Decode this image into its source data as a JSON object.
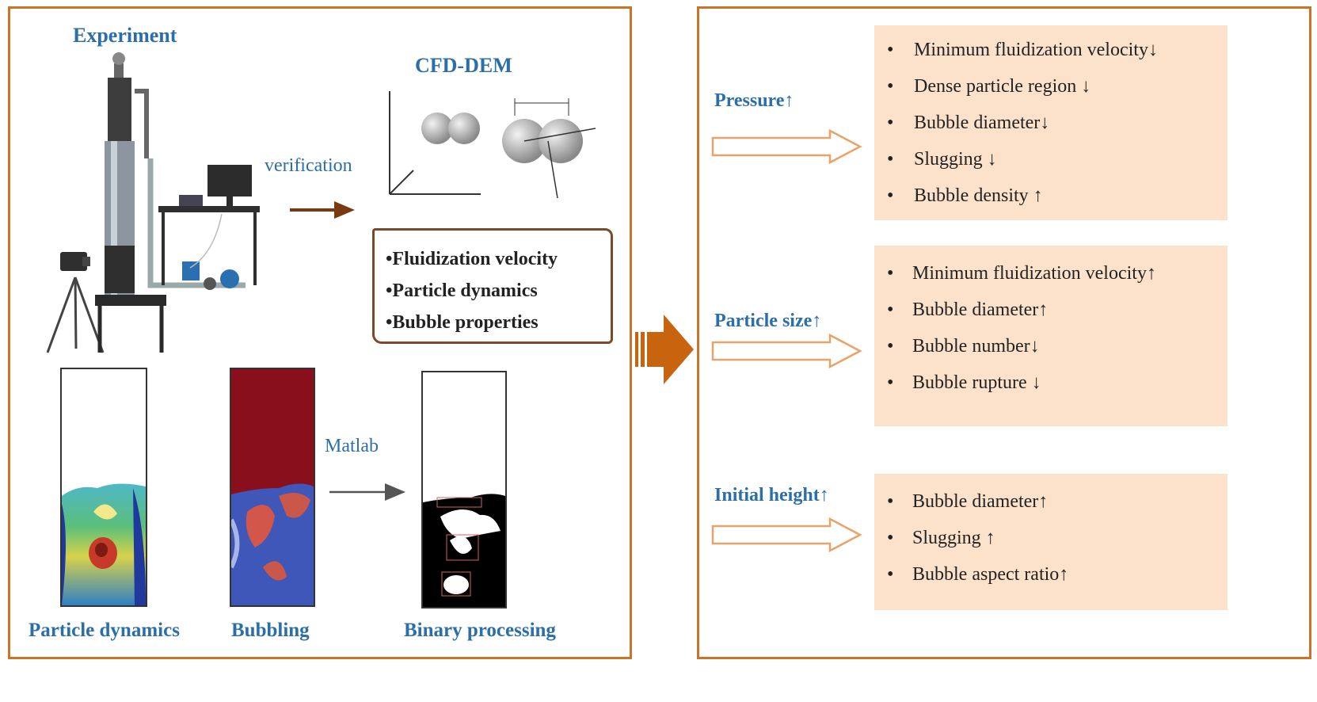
{
  "left_panel": {
    "experiment_title": "Experiment",
    "cfd_title": "CFD-DEM",
    "verification_label": "verification",
    "matlab_label": "Matlab",
    "features": [
      "•Fluidization velocity",
      "•Particle dynamics",
      "•Bubble properties"
    ],
    "captions": {
      "particle_dynamics": "Particle dynamics",
      "bubbling": "Bubbling",
      "binary": "Binary processing"
    }
  },
  "right_panel": {
    "groups": [
      {
        "label": "Pressure↑",
        "effects": [
          "Minimum fluidization velocity↓",
          "Dense particle region ↓",
          "Bubble diameter↓",
          "Slugging ↓",
          "Bubble density ↑"
        ]
      },
      {
        "label": "Particle size↑",
        "effects": [
          "Minimum fluidization velocity↑",
          "Bubble diameter↑",
          "Bubble number↓",
          "Bubble rupture ↓"
        ]
      },
      {
        "label": "Initial height↑",
        "effects": [
          "Bubble diameter↑",
          "Slugging ↑",
          "Bubble aspect ratio↑"
        ]
      }
    ]
  },
  "colors": {
    "panel_border": "#c8742a",
    "title_blue": "#2c6ea8",
    "effect_bg": "#fde2cb",
    "big_arrow": "#c8640e"
  }
}
